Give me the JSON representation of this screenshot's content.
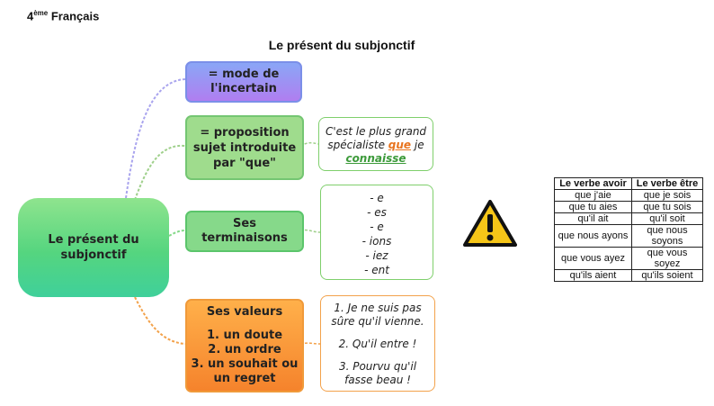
{
  "header": {
    "level_num": "4",
    "level_sup": "ème",
    "subject": " Français"
  },
  "title": "Le présent du subjonctif",
  "central_node": {
    "line1": "Le présent du",
    "line2": "subjonctif"
  },
  "branches": [
    {
      "lines": [
        "= mode de",
        "l'incertain"
      ]
    },
    {
      "lines": [
        "= proposition",
        "sujet introduite",
        "par \"que\""
      ]
    },
    {
      "lines": [
        "Ses",
        "terminaisons"
      ]
    },
    {
      "heading": "Ses valeurs",
      "lines": [
        "1. un doute",
        "2. un ordre",
        "3. un souhait ou",
        "un regret"
      ]
    }
  ],
  "notes": {
    "example": {
      "line1": "C'est le plus grand",
      "line2_a": "spécialiste ",
      "que": "que",
      "line2_b": " je",
      "connaisse": "connaisse"
    },
    "endings": [
      "- e",
      "- es",
      "- e",
      "- ions",
      "- iez",
      "- ent"
    ],
    "values": {
      "ex1_a": "1. Je ne suis pas",
      "ex1_b": "sûre qu'il vienne.",
      "ex2": "2. Qu'il entre !",
      "ex3_a": "3. Pourvu qu'il",
      "ex3_b": "fasse beau !"
    }
  },
  "colors": {
    "central": "#55d57f",
    "mode": "#9b8ff3",
    "proposition": "#9fdc8d",
    "terminaisons": "#86d98a",
    "valeurs": "#f98e36",
    "que_highlight": "#e8741e",
    "connaisse_highlight": "#3c9a3a",
    "warning": "#f5c518"
  },
  "warning_icon": "warning-triangle-icon",
  "table": {
    "headers": [
      "Le verbe avoir",
      "Le verbe être"
    ],
    "rows": [
      [
        "que j'aie",
        "que je sois"
      ],
      [
        "que tu aies",
        "que tu sois"
      ],
      [
        "qu'il ait",
        "qu'il soit"
      ],
      [
        "que nous ayons",
        "que nous soyons"
      ],
      [
        "que vous ayez",
        "que vous soyez"
      ],
      [
        "qu'ils aient",
        "qu'ils soient"
      ]
    ]
  }
}
